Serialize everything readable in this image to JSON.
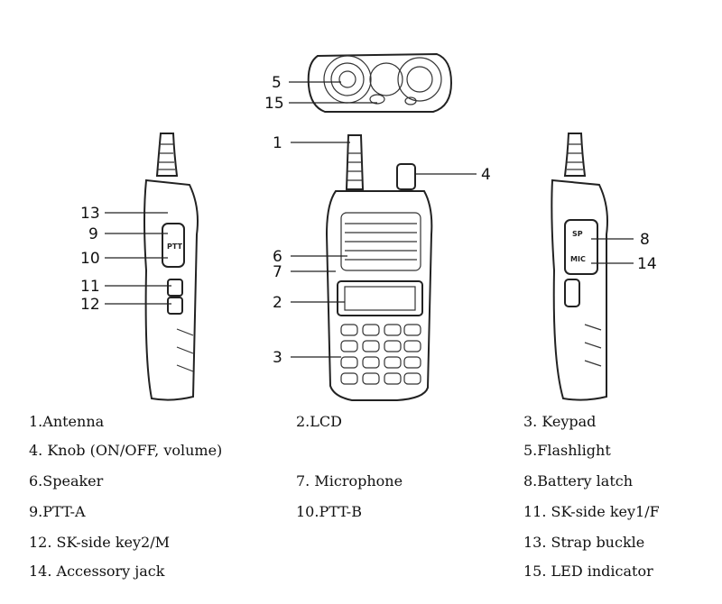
{
  "callouts": {
    "c1": "1",
    "c2": "2",
    "c3": "3",
    "c4": "4",
    "c5": "5",
    "c6": "6",
    "c7": "7",
    "c8": "8",
    "c9": "9",
    "c10": "10",
    "c11": "11",
    "c12": "12",
    "c13": "13",
    "c14": "14",
    "c15": "15"
  },
  "device_side_labels": {
    "sp": "SP",
    "mic": "MIC",
    "ptt": "PTT"
  },
  "legend": [
    "1.Antenna",
    "2.LCD",
    "3. Keypad",
    "4. Knob (ON/OFF, volume)",
    "5.Flashlight",
    "6.Speaker",
    "7. Microphone",
    "8.Battery latch",
    "9.PTT-A",
    "10.PTT-B",
    "11. SK-side key1/F",
    "12. SK-side key2/M",
    "13. Strap buckle",
    "14. Accessory jack",
    "15. LED indicator"
  ]
}
